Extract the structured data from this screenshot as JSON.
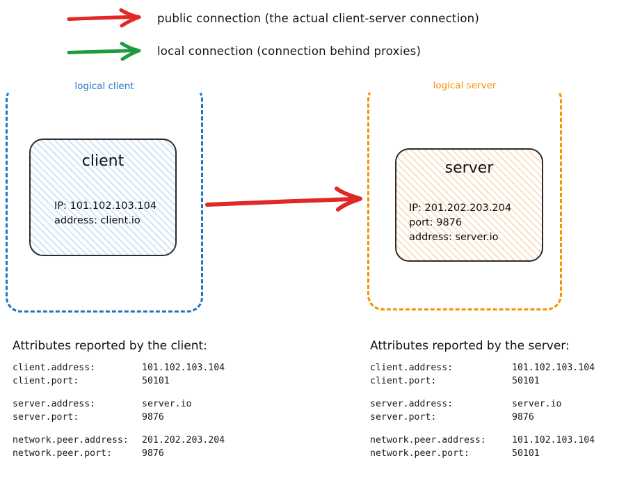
{
  "colors": {
    "public_connection": "#e02826",
    "local_connection": "#1f9b3f",
    "logical_client_border": "#1f74c7",
    "logical_server_border": "#f49200",
    "node_border": "#2c2c2c",
    "client_hatch": "#cfe6f9",
    "server_hatch": "#fbe0c3",
    "text": "#111111"
  },
  "legend": {
    "items": [
      {
        "icon": "red-arrow-icon",
        "label": "public connection (the actual client-server connection)",
        "color": "#e02826"
      },
      {
        "icon": "green-arrow-icon",
        "label": "local connection (connection behind proxies)",
        "color": "#1f9b3f"
      }
    ]
  },
  "groups": {
    "client": {
      "label": "logical client"
    },
    "server": {
      "label": "logical server"
    }
  },
  "nodes": {
    "client": {
      "title": "client",
      "lines": [
        "IP: 101.102.103.104",
        "address: client.io"
      ]
    },
    "server": {
      "title": "server",
      "lines": [
        "IP: 201.202.203.204",
        "port: 9876",
        "address: server.io"
      ]
    }
  },
  "connection": {
    "type": "public",
    "from": "client",
    "to": "server",
    "color": "#e02826"
  },
  "attributes": {
    "client_panel": {
      "heading": "Attributes reported by the client:",
      "groups": [
        [
          {
            "key": "client.address:",
            "value": "101.102.103.104"
          },
          {
            "key": "client.port:",
            "value": "50101"
          }
        ],
        [
          {
            "key": "server.address:",
            "value": "server.io"
          },
          {
            "key": "server.port:",
            "value": "9876"
          }
        ],
        [
          {
            "key": "network.peer.address:",
            "value": "201.202.203.204"
          },
          {
            "key": "network.peer.port:",
            "value": "9876"
          }
        ]
      ]
    },
    "server_panel": {
      "heading": "Attributes reported by the server:",
      "groups": [
        [
          {
            "key": "client.address:",
            "value": "101.102.103.104"
          },
          {
            "key": "client.port:",
            "value": "50101"
          }
        ],
        [
          {
            "key": "server.address:",
            "value": "server.io"
          },
          {
            "key": "server.port:",
            "value": "9876"
          }
        ],
        [
          {
            "key": "network.peer.address:",
            "value": "101.102.103.104"
          },
          {
            "key": "network.peer.port:",
            "value": "50101"
          }
        ]
      ]
    }
  }
}
